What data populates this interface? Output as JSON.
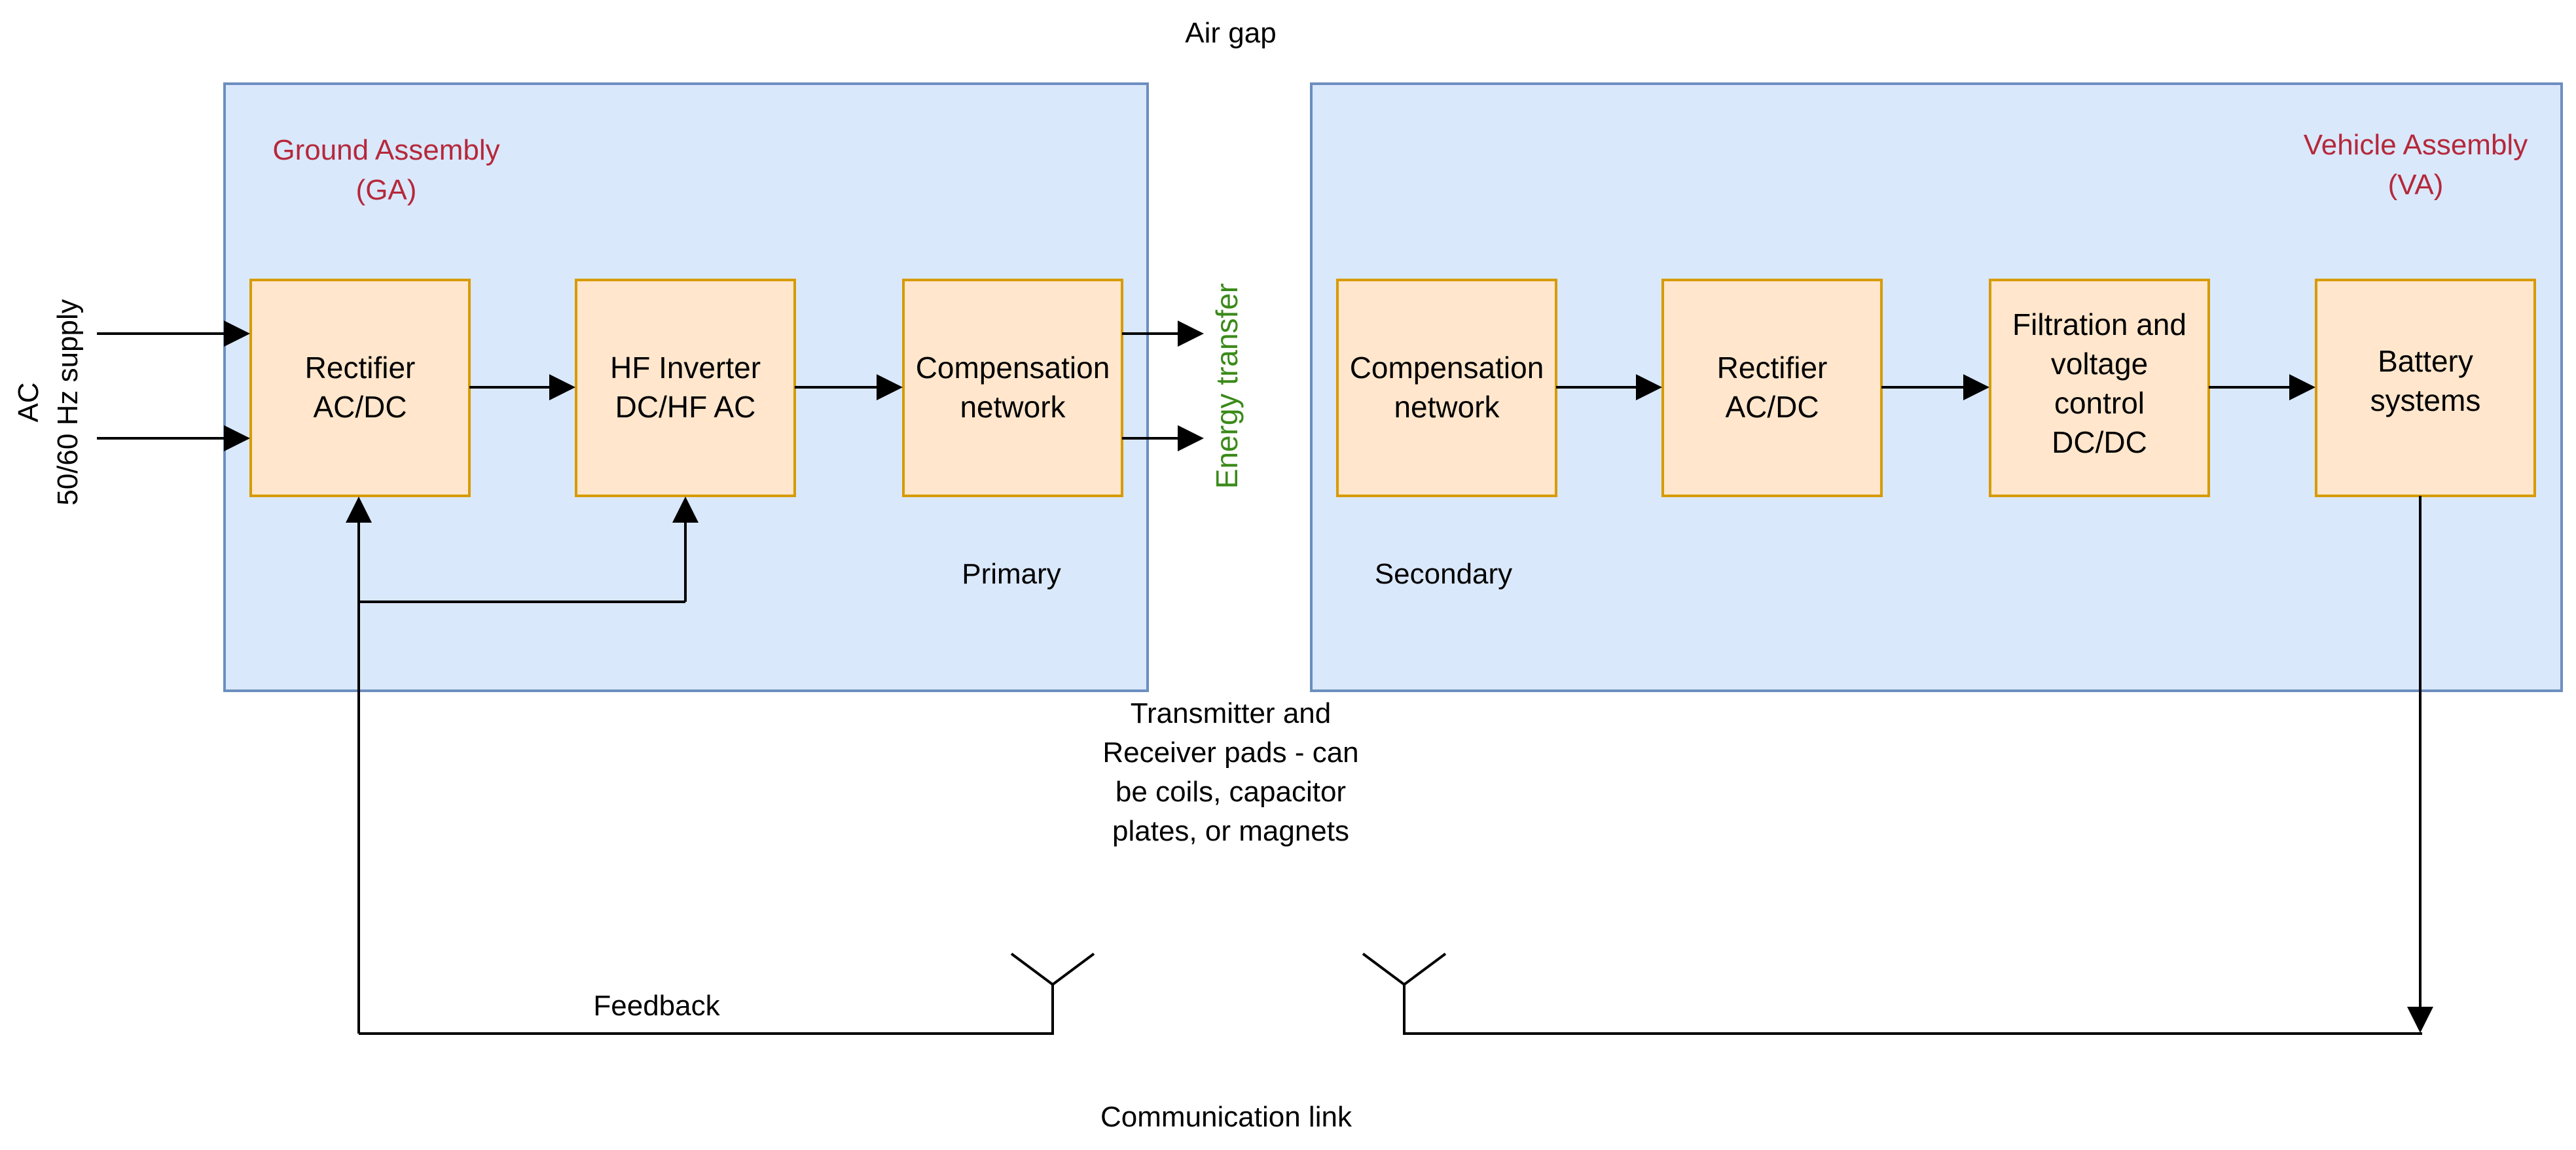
{
  "labels": {
    "air_gap": "Air gap",
    "ground_assembly_1": "Ground Assembly",
    "ground_assembly_2": "(GA)",
    "vehicle_assembly_1": "Vehicle Assembly",
    "vehicle_assembly_2": "(VA)",
    "ac_supply_1": "AC",
    "ac_supply_2": "50/60 Hz supply",
    "energy_transfer": "Energy transfer",
    "primary": "Primary",
    "secondary": "Secondary",
    "pads_1": "Transmitter and",
    "pads_2": "Receiver pads - can",
    "pads_3": "be coils, capacitor",
    "pads_4": "plates, or magnets",
    "feedback": "Feedback",
    "communication_link": "Communication link"
  },
  "blocks": {
    "rectifier_ga": {
      "line1": "Rectifier",
      "line2": "AC/DC"
    },
    "hf_inverter": {
      "line1": "HF Inverter",
      "line2": "DC/HF AC"
    },
    "compensation_ga": {
      "line1": "Compensation",
      "line2": "network"
    },
    "compensation_va": {
      "line1": "Compensation",
      "line2": "network"
    },
    "rectifier_va": {
      "line1": "Rectifier",
      "line2": "AC/DC"
    },
    "filtration": {
      "line1": "Filtration and",
      "line2": "voltage",
      "line3": "control",
      "line4": "DC/DC"
    },
    "battery": {
      "line1": "Battery",
      "line2": "systems"
    }
  },
  "colors": {
    "assembly_fill": "#dae8fc",
    "assembly_stroke": "#6c8ebf",
    "block_fill": "#ffe6cc",
    "block_stroke": "#d79b00",
    "assembly_label": "#b5283a",
    "energy_label": "#3a8a1a"
  }
}
